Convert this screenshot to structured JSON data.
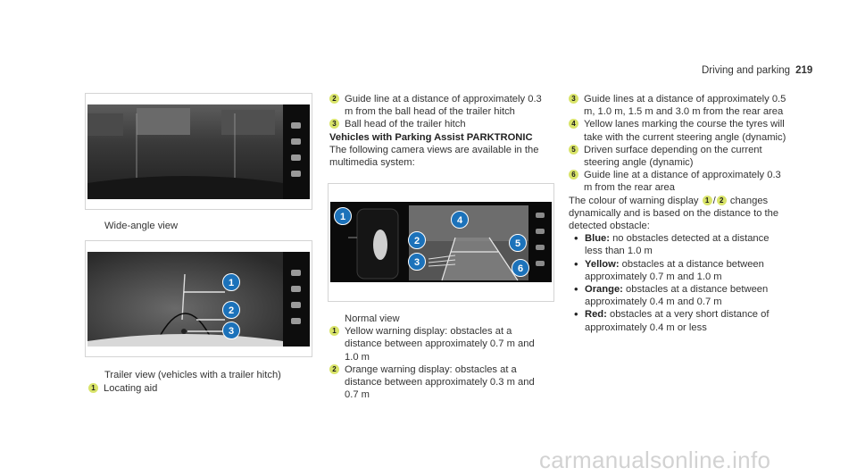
{
  "header": {
    "section": "Driving and parking",
    "page": "219"
  },
  "col1": {
    "wide_caption": "Wide-angle view",
    "trailer_caption": "Trailer view (vehicles with a trailer hitch)",
    "items": [
      {
        "n": "1",
        "text": "Locating aid"
      }
    ]
  },
  "col2": {
    "items_top": [
      {
        "n": "2",
        "text": "Guide line at a distance of approximately 0.3 m from the ball head of the trailer hitch"
      },
      {
        "n": "3",
        "text": "Ball head of the trailer hitch"
      }
    ],
    "heading": "Vehicles with Parking Assist PARKTRONIC",
    "intro": "The following camera views are available in the multimedia system:",
    "normal_caption": "Normal view",
    "items_bottom": [
      {
        "n": "1",
        "text": "Yellow warning display: obstacles at a distance between approximately 0.7 m and 1.0 m"
      },
      {
        "n": "2",
        "text": "Orange warning display: obstacles at a distance between approximately 0.3 m and 0.7 m"
      }
    ]
  },
  "col3": {
    "items": [
      {
        "n": "3",
        "text": "Guide lines at a distance of approximately 0.5 m, 1.0 m, 1.5 m and 3.0 m from the rear area"
      },
      {
        "n": "4",
        "text": "Yellow lanes marking the course the tyres will take with the current steering angle (dynamic)"
      },
      {
        "n": "5",
        "text": "Driven surface depending on the current steering angle (dynamic)"
      },
      {
        "n": "6",
        "text": "Guide line at a distance of approximately 0.3 m from the rear area"
      }
    ],
    "para_a": "The colour of warning display",
    "para_sep": "/",
    "para_b": "changes dynamically and is based on the distance to the detected obstacle:",
    "para_n1": "1",
    "para_n2": "2",
    "bullets": [
      {
        "label": "Blue:",
        "text": "no obstacles detected at a distance less than 1.0 m"
      },
      {
        "label": "Yellow:",
        "text": "obstacles at a distance between approximately 0.7 m and 1.0 m"
      },
      {
        "label": "Orange:",
        "text": "obstacles at a distance between approximately 0.4 m and 0.7 m"
      },
      {
        "label": "Red:",
        "text": "obstacles at a very short distance of approximately 0.4 m or less"
      }
    ]
  },
  "callouts": {
    "trailer": [
      "1",
      "2",
      "3"
    ],
    "normal": [
      "1",
      "2",
      "3",
      "4",
      "5",
      "6"
    ]
  },
  "watermark": "carmanualsonline.info",
  "colors": {
    "callout": "#1c72ba",
    "number_badge": "#d9e46a"
  }
}
